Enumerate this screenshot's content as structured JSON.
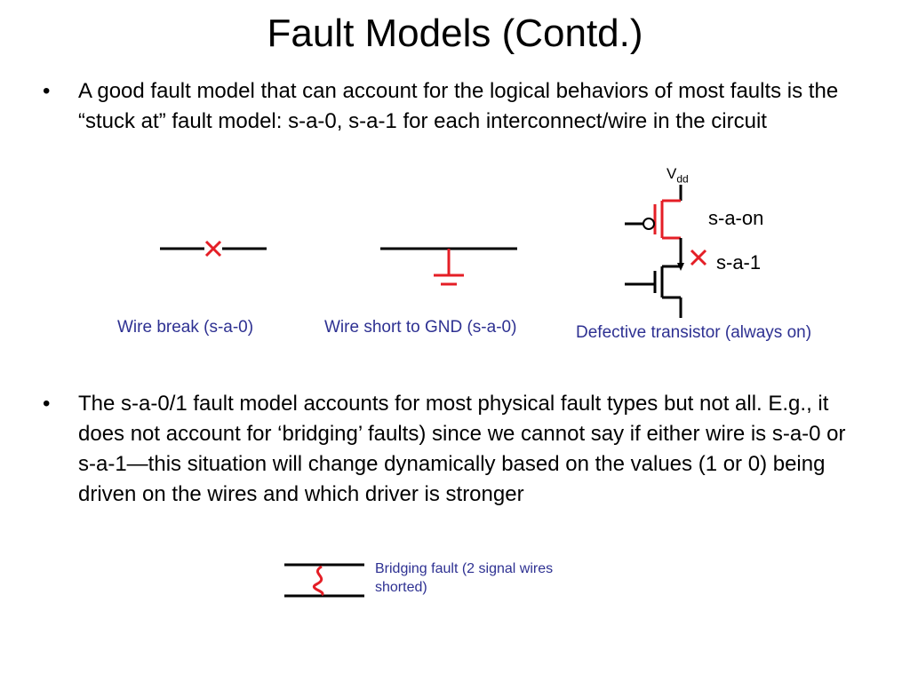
{
  "title": "Fault Models (Contd.)",
  "bullets": [
    {
      "marker": "•",
      "text": "A good fault model that can account for the logical behaviors of most faults is the “stuck at” fault model: s-a-0, s-a-1 for each interconnect/wire in the circuit"
    },
    {
      "marker": "•",
      "text": "The s-a-0/1 fault model accounts for most physical fault types but not all. E.g., it does not account for ‘bridging’ faults) since we cannot say if either wire is s-a-0 or s-a-1—this situation will change dynamically based on the values (1 or 0) being driven on the wires and which driver is stronger"
    }
  ],
  "diagrams": {
    "wire_break": {
      "caption": "Wire break (s-a-0)"
    },
    "wire_short": {
      "caption": "Wire short to GND (s-a-0)"
    },
    "transistor": {
      "caption": "Defective transistor (always on)",
      "vdd": "V",
      "vdd_sub": "dd",
      "label_on": "s-a-on",
      "label_stuck": "s-a-1"
    },
    "bridging": {
      "caption": "Bridging fault (2 signal wires shorted)"
    }
  },
  "colors": {
    "fault": "#e41e26",
    "caption": "#2e3192",
    "wire": "#000000"
  }
}
